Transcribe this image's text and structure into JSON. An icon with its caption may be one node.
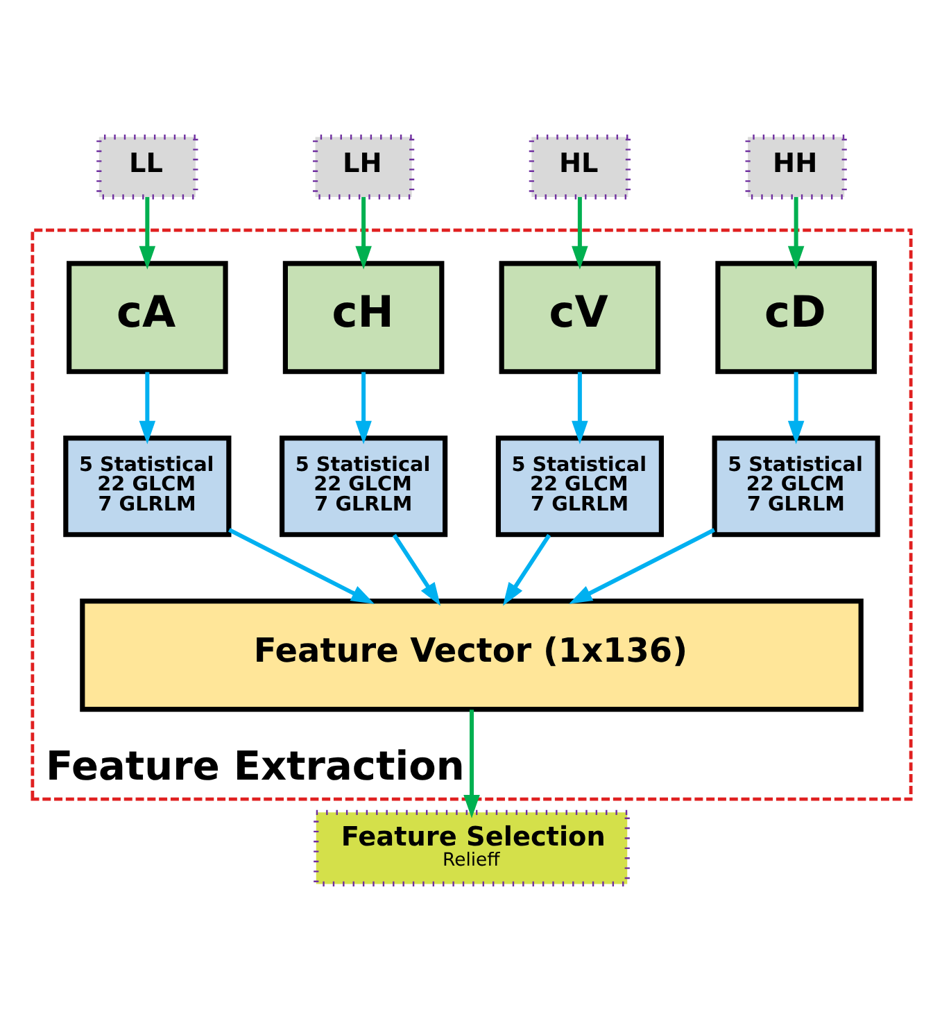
{
  "diagram": {
    "nodes": [
      {
        "text": [
          "Feature Extraction"
        ]
      },
      {
        "text": [
          "LL"
        ]
      },
      {
        "text": [
          "LH"
        ]
      },
      {
        "text": [
          "HL"
        ]
      },
      {
        "text": [
          "HH"
        ]
      },
      {
        "text": [
          "cA"
        ],
        "in": 0
      },
      {
        "text": [
          "cH"
        ],
        "in": 0
      },
      {
        "text": [
          "cV"
        ],
        "in": 0
      },
      {
        "text": [
          "cD"
        ],
        "in": 0
      },
      {
        "text": [
          "5 Statistical",
          "22 GLCM",
          "7 GLRLM"
        ],
        "in": 0
      },
      {
        "text": [
          "5 Statistical",
          "22 GLCM",
          "7 GLRLM"
        ],
        "in": 0
      },
      {
        "text": [
          "5 Statistical",
          "22 GLCM",
          "7 GLRLM"
        ],
        "in": 0
      },
      {
        "text": [
          "5 Statistical",
          "22 GLCM",
          "7 GLRLM"
        ],
        "in": 0
      },
      {
        "text": [
          "Feature Vector (1x136)"
        ],
        "in": 0
      },
      {
        "text": [
          "Feature Selection",
          "Relieff"
        ]
      }
    ],
    "edges": [
      {
        "from": 1,
        "to": 5,
        "arrow": "to",
        "color": "#00b050"
      },
      {
        "from": 2,
        "to": 6,
        "arrow": "to",
        "color": "#00b050"
      },
      {
        "from": 3,
        "to": 7,
        "arrow": "to",
        "color": "#00b050"
      },
      {
        "from": 4,
        "to": 8,
        "arrow": "to",
        "color": "#00b050"
      },
      {
        "from": 5,
        "to": 9,
        "arrow": "to"
      },
      {
        "from": 6,
        "to": 10,
        "arrow": "to"
      },
      {
        "from": 7,
        "to": 11,
        "arrow": "to"
      },
      {
        "from": 8,
        "to": 12,
        "arrow": "to"
      },
      {
        "from": 9,
        "to": 13,
        "arrow": "to"
      },
      {
        "from": 10,
        "to": 13,
        "arrow": "to"
      },
      {
        "from": 11,
        "to": 13,
        "arrow": "to"
      },
      {
        "from": 12,
        "to": 13,
        "arrow": "to"
      },
      {
        "from": 13,
        "to": 14,
        "arrow": "to",
        "color": "#00b050"
      }
    ]
  }
}
